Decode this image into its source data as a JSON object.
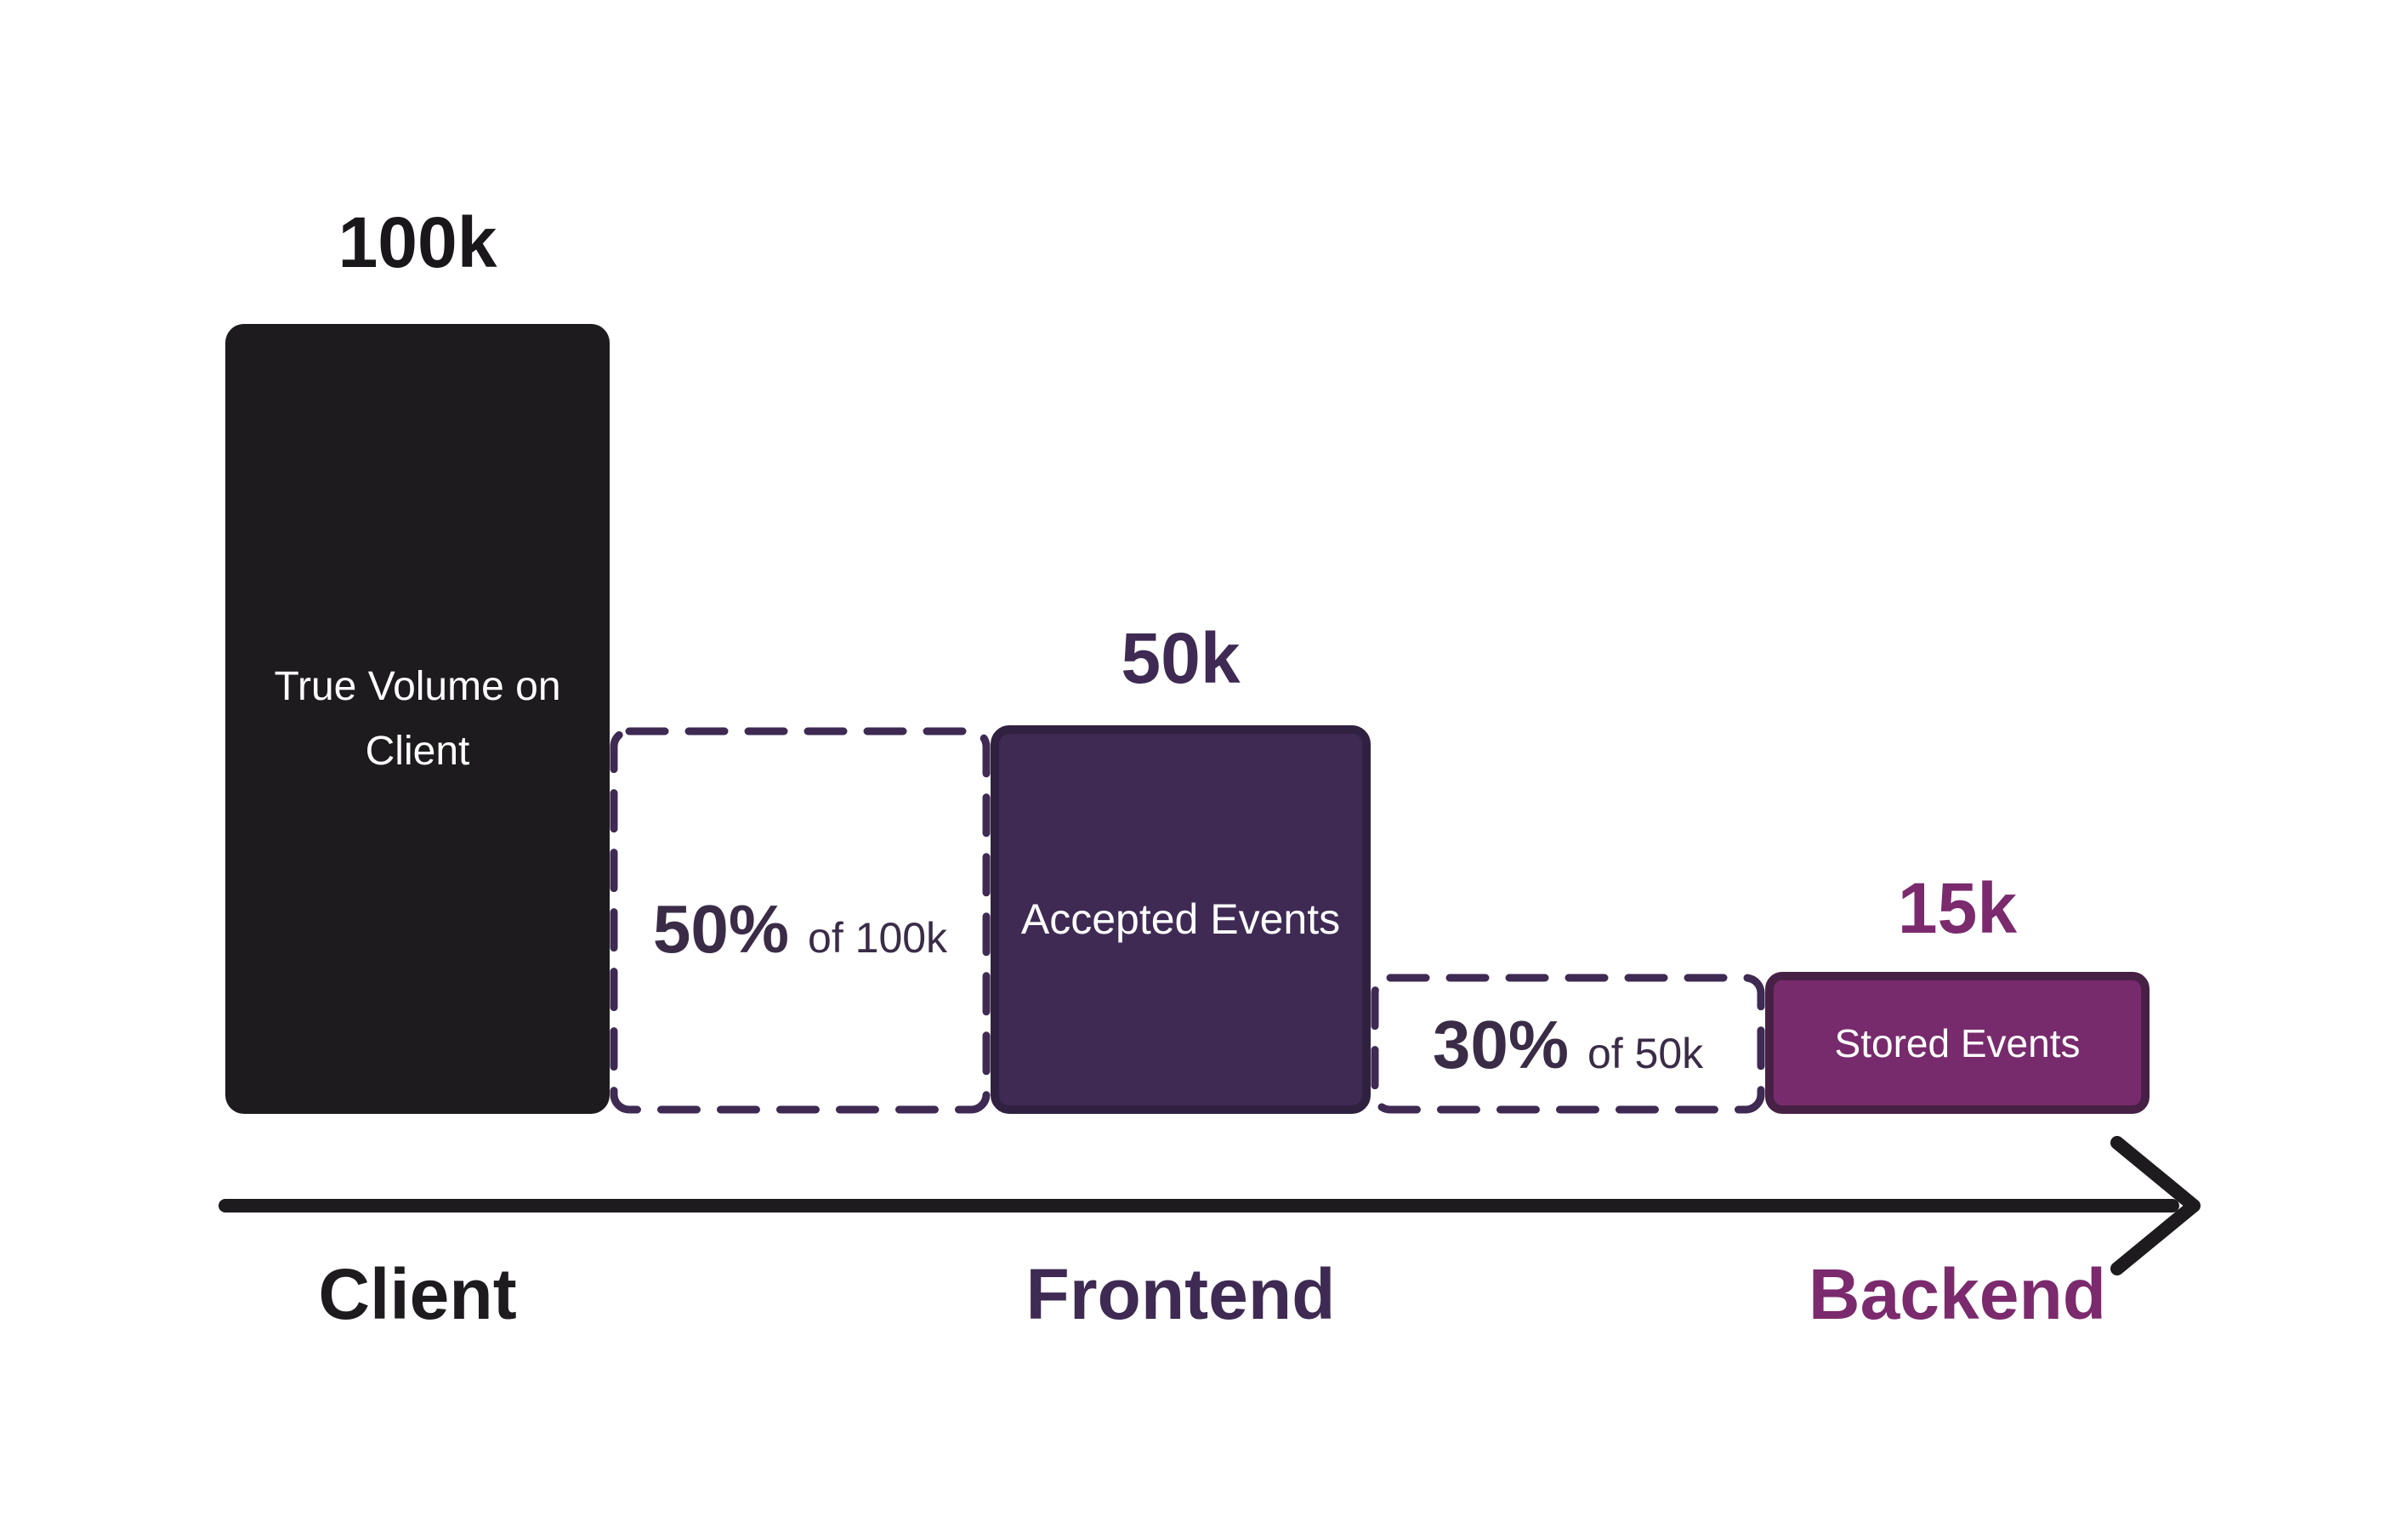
{
  "chart_data": {
    "type": "bar",
    "subtype": "funnel-flow",
    "title": "",
    "flow_direction": "left-to-right",
    "categories": [
      "Client",
      "Frontend",
      "Backend"
    ],
    "values": [
      100000,
      50000,
      15000
    ],
    "stages": [
      {
        "axis_label": "Client",
        "value": 100000,
        "value_label": "100k",
        "bar_text": "True Volume on Client",
        "bar_color": "#1E1B1E",
        "label_color": "#1A171A"
      },
      {
        "axis_label": "Frontend",
        "value": 50000,
        "value_label": "50k",
        "bar_text": "Accepted Events",
        "bar_color": "#3F2A54",
        "label_color": "#3E2A52"
      },
      {
        "axis_label": "Backend",
        "value": 15000,
        "value_label": "15k",
        "bar_text": "Stored Events",
        "bar_color": "#772B6C",
        "label_color": "#7B2A6D"
      }
    ],
    "transitions": [
      {
        "percent": "50%",
        "of_text": "of 100k",
        "from": "Client",
        "to": "Frontend"
      },
      {
        "percent": "30%",
        "of_text": "of 50k",
        "from": "Frontend",
        "to": "Backend"
      }
    ],
    "colors": {
      "background": "#FFFFFF",
      "black_bar": "#1E1B1E",
      "dark_purple_bar": "#3F2A54",
      "berry_bar": "#772B6C",
      "dashed_border": "#3E2A52",
      "percent_text": "#3A2C47",
      "bar_text": "#FFFFFF",
      "arrow": "#1E1B1E"
    },
    "legend": "none",
    "grid": "off"
  }
}
